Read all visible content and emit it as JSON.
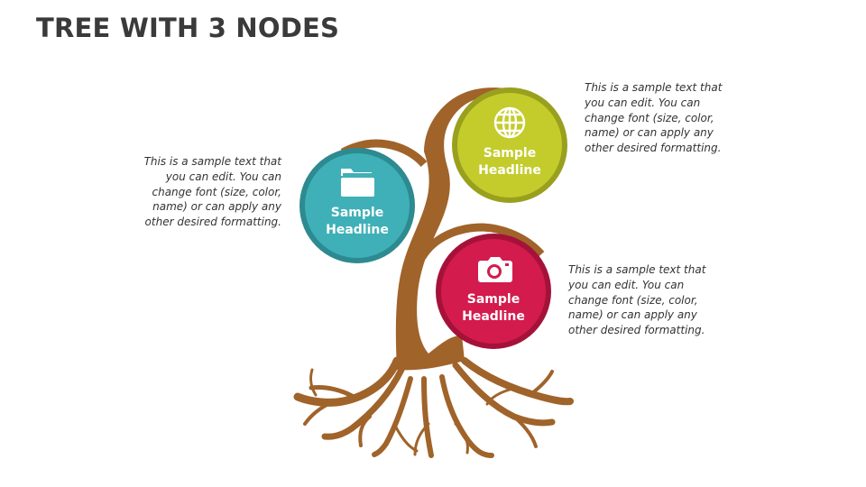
{
  "title": "TREE WITH 3 NODES",
  "colors": {
    "trunk": "#a0632a",
    "teal": "#3fb0b7",
    "teal_ring": "#2d8a90",
    "green": "#c3cc2b",
    "green_ring": "#99a01e",
    "red": "#d41b4d",
    "red_ring": "#a4123a"
  },
  "nodes": [
    {
      "id": "left",
      "icon": "folder-icon",
      "headline_line1": "Sample",
      "headline_line2": "Headline",
      "description": [
        "This is a sample text that",
        "you can edit. You can",
        "change font (size, color,",
        "name) or can apply any",
        "other desired formatting."
      ]
    },
    {
      "id": "top-right",
      "icon": "globe-icon",
      "headline_line1": "Sample",
      "headline_line2": "Headline",
      "description": [
        "This is a sample text that",
        "you can edit. You can",
        "change font (size, color,",
        "name) or can apply any",
        "other desired formatting."
      ]
    },
    {
      "id": "bottom-right",
      "icon": "camera-icon",
      "headline_line1": "Sample",
      "headline_line2": "Headline",
      "description": [
        "This is a sample text that",
        "you can edit. You can",
        "change font (size, color,",
        "name) or can apply any",
        "other desired formatting."
      ]
    }
  ]
}
